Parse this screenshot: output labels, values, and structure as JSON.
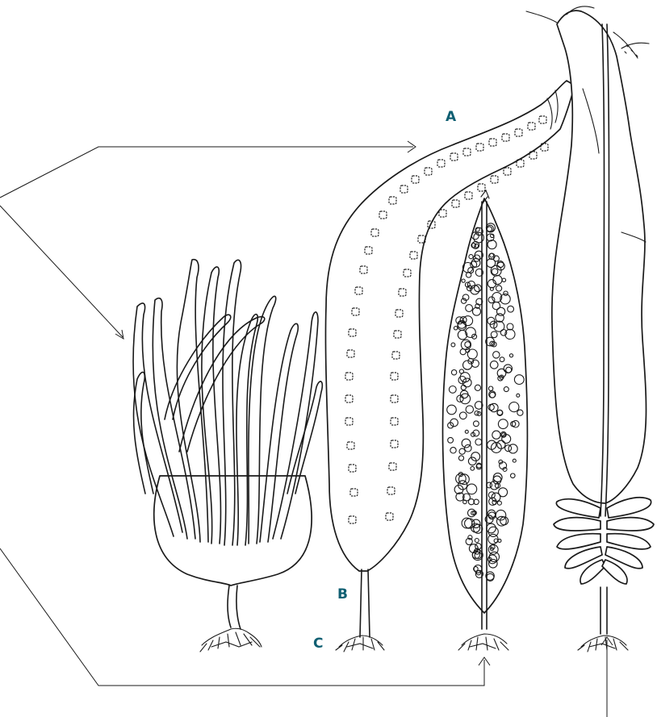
{
  "labels": {
    "a": "A",
    "b": "B",
    "c": "C"
  },
  "colors": {
    "label": "#0f5f72",
    "ink": "#1a1a1a",
    "background": "#ffffff"
  }
}
